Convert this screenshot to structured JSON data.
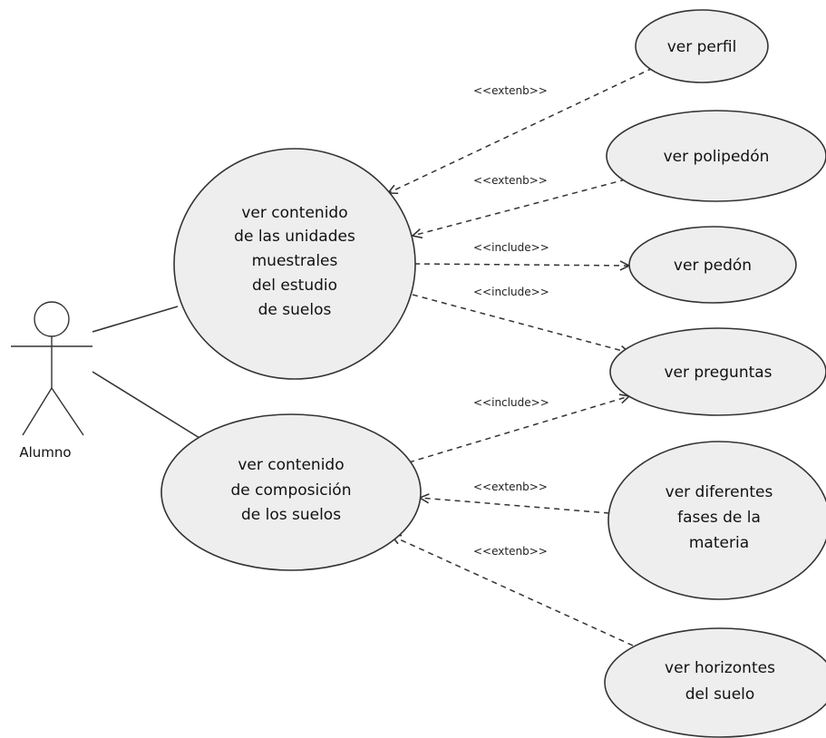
{
  "actor": {
    "name": "Alumno"
  },
  "use_cases": {
    "ver_contenido_unidades": [
      "ver contenido",
      "de las unidades",
      "muestrales",
      "del estudio",
      "de suelos"
    ],
    "ver_contenido_composicion": [
      "ver contenido",
      "de composición",
      "de los suelos"
    ],
    "ver_perfil": [
      "ver perfil"
    ],
    "ver_polipedon": [
      "ver polipedón"
    ],
    "ver_pedon": [
      "ver pedón"
    ],
    "ver_preguntas": [
      "ver preguntas"
    ],
    "ver_diferentes_fases": [
      "ver diferentes",
      "fases de la",
      "materia"
    ],
    "ver_horizontes": [
      "ver horizontes",
      "del suelo"
    ]
  },
  "relations": [
    {
      "id": "rel-perfil-extend",
      "stereotype": "<<extenb>>"
    },
    {
      "id": "rel-polipedon-extend",
      "stereotype": "<<extenb>>"
    },
    {
      "id": "rel-pedon-include",
      "stereotype": "<<include>>"
    },
    {
      "id": "rel-preguntas-include-1",
      "stereotype": "<<include>>"
    },
    {
      "id": "rel-preguntas-include-2",
      "stereotype": "<<include>>"
    },
    {
      "id": "rel-fases-extend",
      "stereotype": "<<extenb>>"
    },
    {
      "id": "rel-horizontes-extend",
      "stereotype": "<<extenb>>"
    }
  ]
}
